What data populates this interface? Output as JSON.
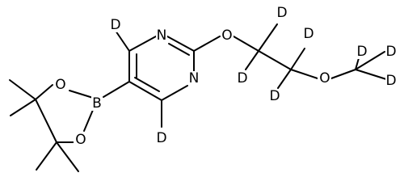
{
  "molecule": {
    "atoms": [
      {
        "id": "a_D_top",
        "element": "D",
        "label": "D"
      },
      {
        "id": "a_N1",
        "element": "N",
        "label": "N"
      },
      {
        "id": "a_O_ether1",
        "element": "O",
        "label": "O"
      },
      {
        "id": "a_D_c1a",
        "element": "D",
        "label": "D"
      },
      {
        "id": "a_D_c2a",
        "element": "D",
        "label": "D"
      },
      {
        "id": "a_D_m1",
        "element": "D",
        "label": "D"
      },
      {
        "id": "a_D_m2",
        "element": "D",
        "label": "D"
      },
      {
        "id": "a_D_c1b",
        "element": "D",
        "label": "D"
      },
      {
        "id": "a_D_c2b",
        "element": "D",
        "label": "D"
      },
      {
        "id": "a_O_ether2",
        "element": "O",
        "label": "O"
      },
      {
        "id": "a_D_m3",
        "element": "D",
        "label": "D"
      },
      {
        "id": "a_N3",
        "element": "N",
        "label": "N"
      },
      {
        "id": "a_O_bor1",
        "element": "O",
        "label": "O"
      },
      {
        "id": "a_B",
        "element": "B",
        "label": "B"
      },
      {
        "id": "a_O_bor2",
        "element": "O",
        "label": "O"
      },
      {
        "id": "a_D_bot",
        "element": "D",
        "label": "D"
      }
    ]
  }
}
